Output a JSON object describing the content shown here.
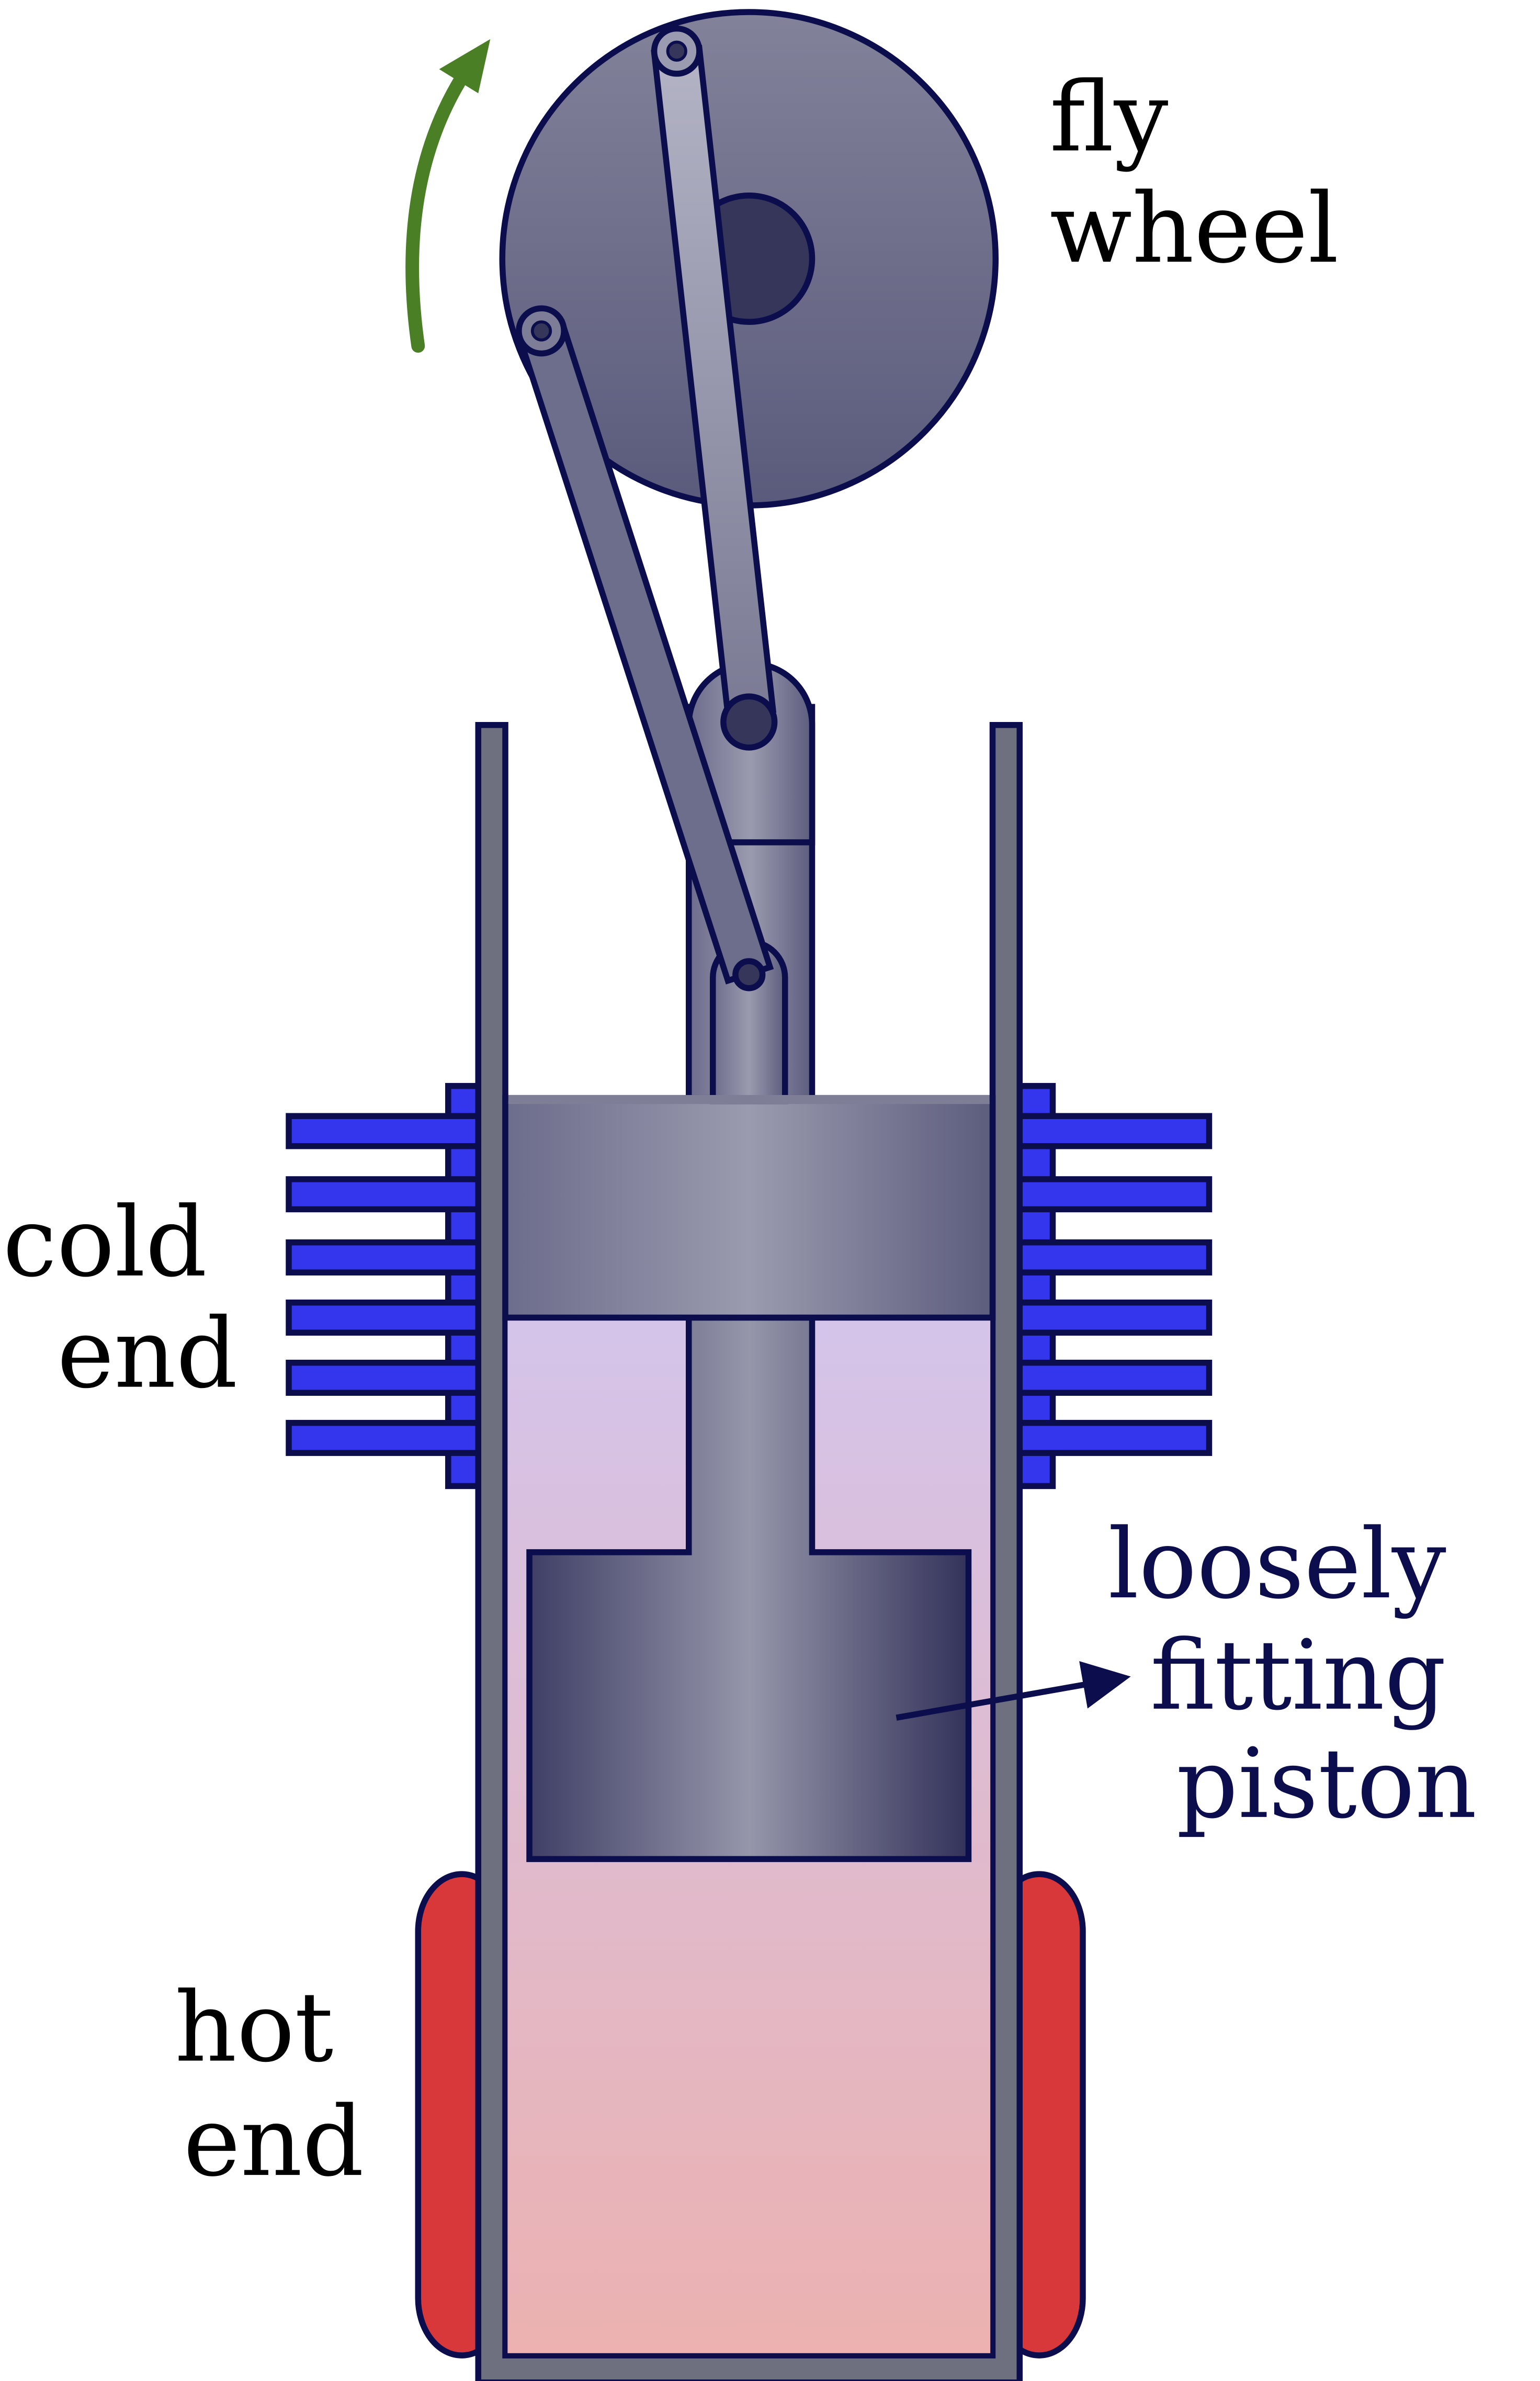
{
  "labels": {
    "flywheel_line1": "fly",
    "flywheel_line2": "wheel",
    "cold_line1": "cold",
    "cold_line2": "end",
    "hot_line1": "hot",
    "hot_line2": "end",
    "piston_line1": "loosely",
    "piston_line2": "fitting",
    "piston_line3": "piston"
  },
  "colors": {
    "outline": "#0b0d4d",
    "cylinder_wall": "#6e6f7f",
    "fins": "#3436ee",
    "heater": "#d9383a",
    "gas_top": "#d4c4ea",
    "gas_bottom": "#ecb1b0",
    "metal_light": "#9798aa",
    "metal_dark": "#363558",
    "flywheel_top": "#808098",
    "flywheel_bottom": "#5a5a7c",
    "hub": "#36365a",
    "rotation_arrow": "#4a7f26",
    "piston_label": "#0b0d4d"
  }
}
